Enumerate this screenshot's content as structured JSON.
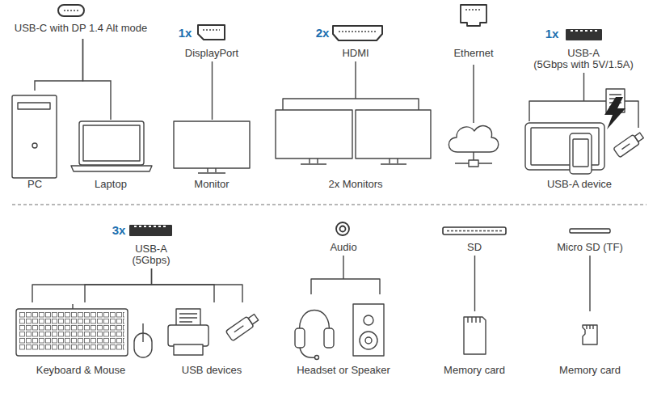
{
  "diagram": {
    "nodes": [
      {
        "text": [
          "USB-C with DP 1.4 Alt mode"
        ]
      },
      {
        "text": [
          "PC"
        ]
      },
      {
        "text": [
          "Laptop"
        ]
      },
      {
        "text": [
          "1x",
          "DisplayPort"
        ]
      },
      {
        "text": [
          "Monitor"
        ]
      },
      {
        "text": [
          "2x",
          "HDMI"
        ]
      },
      {
        "text": [
          "2x Monitors"
        ]
      },
      {
        "text": [
          "Ethernet"
        ]
      },
      {
        "text": [
          "1x",
          "USB-A",
          "(5Gbps with 5V/1.5A)"
        ]
      },
      {
        "text": [
          "USB-A device"
        ]
      },
      {
        "text": [
          "3x",
          "USB-A",
          "(5Gbps)"
        ]
      },
      {
        "text": [
          "Keyboard & Mouse"
        ]
      },
      {
        "text": [
          "USB devices"
        ]
      },
      {
        "text": [
          "Audio"
        ]
      },
      {
        "text": [
          "Headset or Speaker"
        ]
      },
      {
        "text": [
          "SD"
        ]
      },
      {
        "text": [
          "Memory card"
        ]
      },
      {
        "text": [
          "Micro SD (TF)"
        ]
      },
      {
        "text": [
          "Memory card"
        ]
      }
    ],
    "edges": [
      {
        "from": 0,
        "to": 1,
        "arrow": "none"
      },
      {
        "from": 0,
        "to": 2,
        "arrow": "none"
      },
      {
        "from": 3,
        "to": 4,
        "arrow": "none"
      },
      {
        "from": 5,
        "to": 6,
        "arrow": "none"
      },
      {
        "from": 8,
        "to": 9,
        "arrow": "none"
      },
      {
        "from": 10,
        "to": 11,
        "arrow": "none"
      },
      {
        "from": 10,
        "to": 12,
        "arrow": "none"
      },
      {
        "from": 13,
        "to": 14,
        "arrow": "none"
      },
      {
        "from": 15,
        "to": 16,
        "arrow": "none"
      },
      {
        "from": 17,
        "to": 18,
        "arrow": "none"
      }
    ]
  }
}
